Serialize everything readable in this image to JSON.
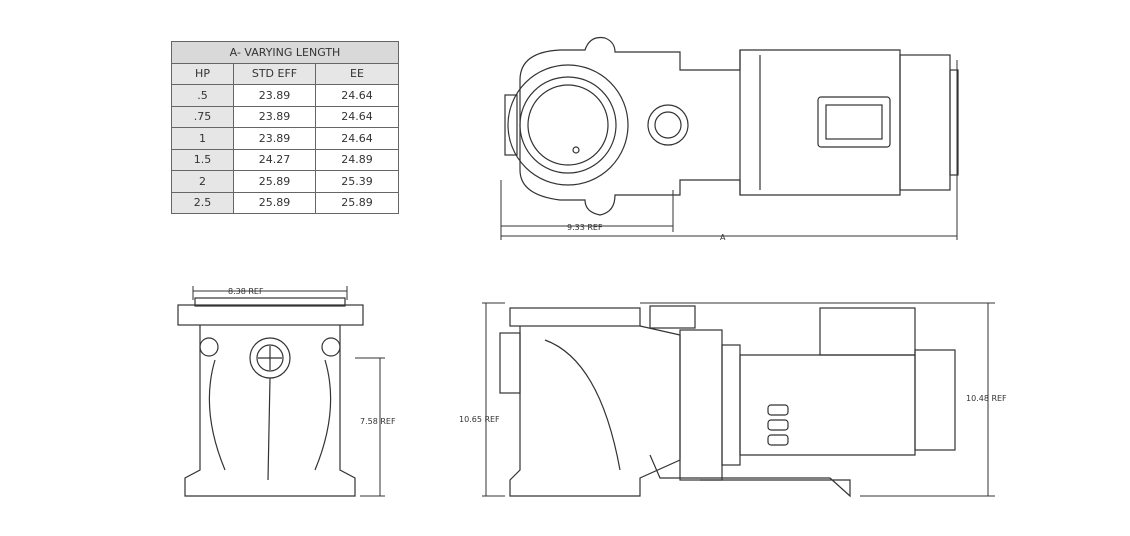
{
  "table": {
    "title": "A- VARYING LENGTH",
    "headers": [
      "HP",
      "STD EFF",
      "EE"
    ],
    "rows": [
      [
        ".5",
        "23.89",
        "24.64"
      ],
      [
        ".75",
        "23.89",
        "24.64"
      ],
      [
        "1",
        "23.89",
        "24.64"
      ],
      [
        "1.5",
        "24.27",
        "24.89"
      ],
      [
        "2",
        "25.89",
        "25.39"
      ],
      [
        "2.5",
        "25.89",
        "25.89"
      ]
    ]
  },
  "dimensions": {
    "top_partial": "9.33 REF",
    "top_overall": "A",
    "front_width": "8.38 REF",
    "front_height": "7.58 REF",
    "side_left_height": "10.65 REF",
    "side_right_height": "10.48 REF"
  }
}
